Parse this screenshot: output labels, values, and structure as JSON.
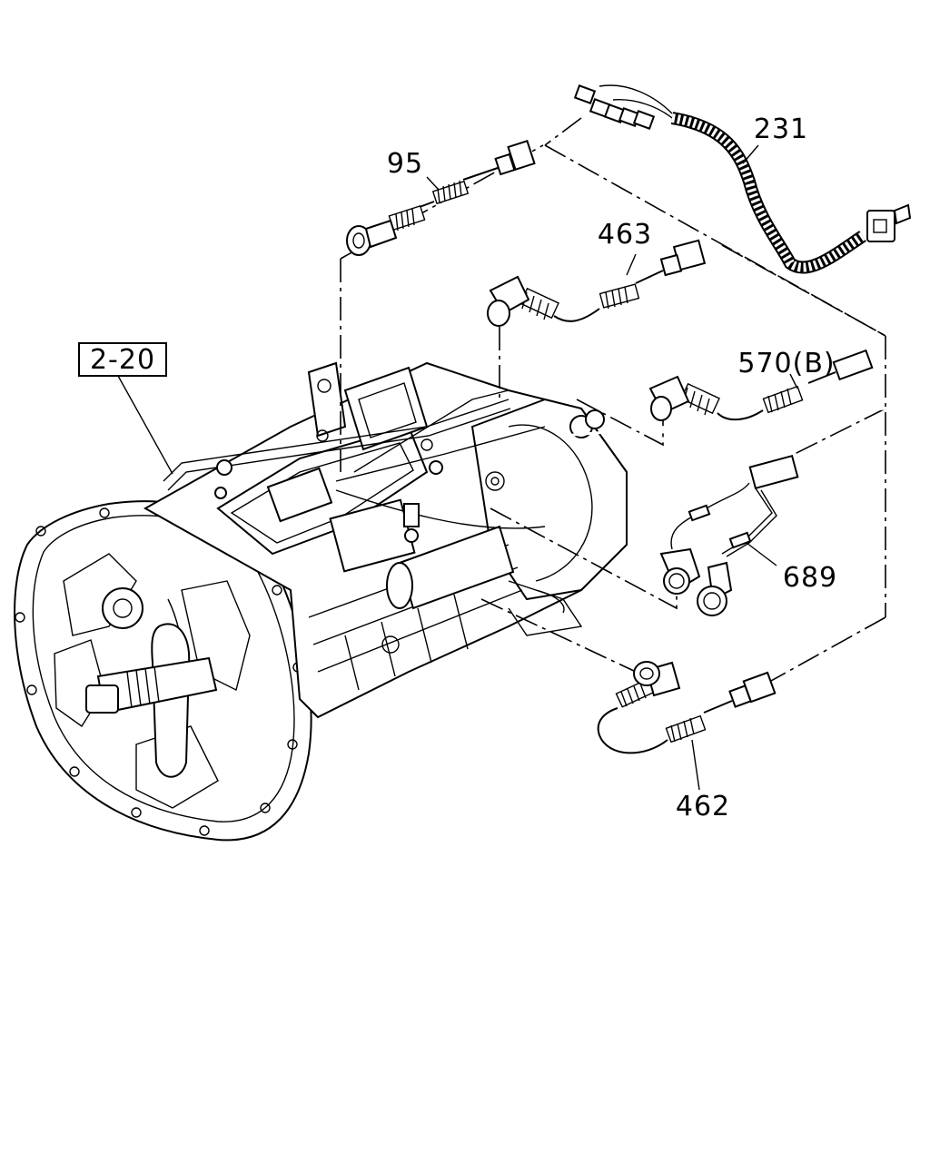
{
  "diagram": {
    "ref_box_label": "2-20",
    "callouts": {
      "p95": "95",
      "p231": "231",
      "p463": "463",
      "p570": "570(B)",
      "p689": "689",
      "p462": "462"
    }
  }
}
